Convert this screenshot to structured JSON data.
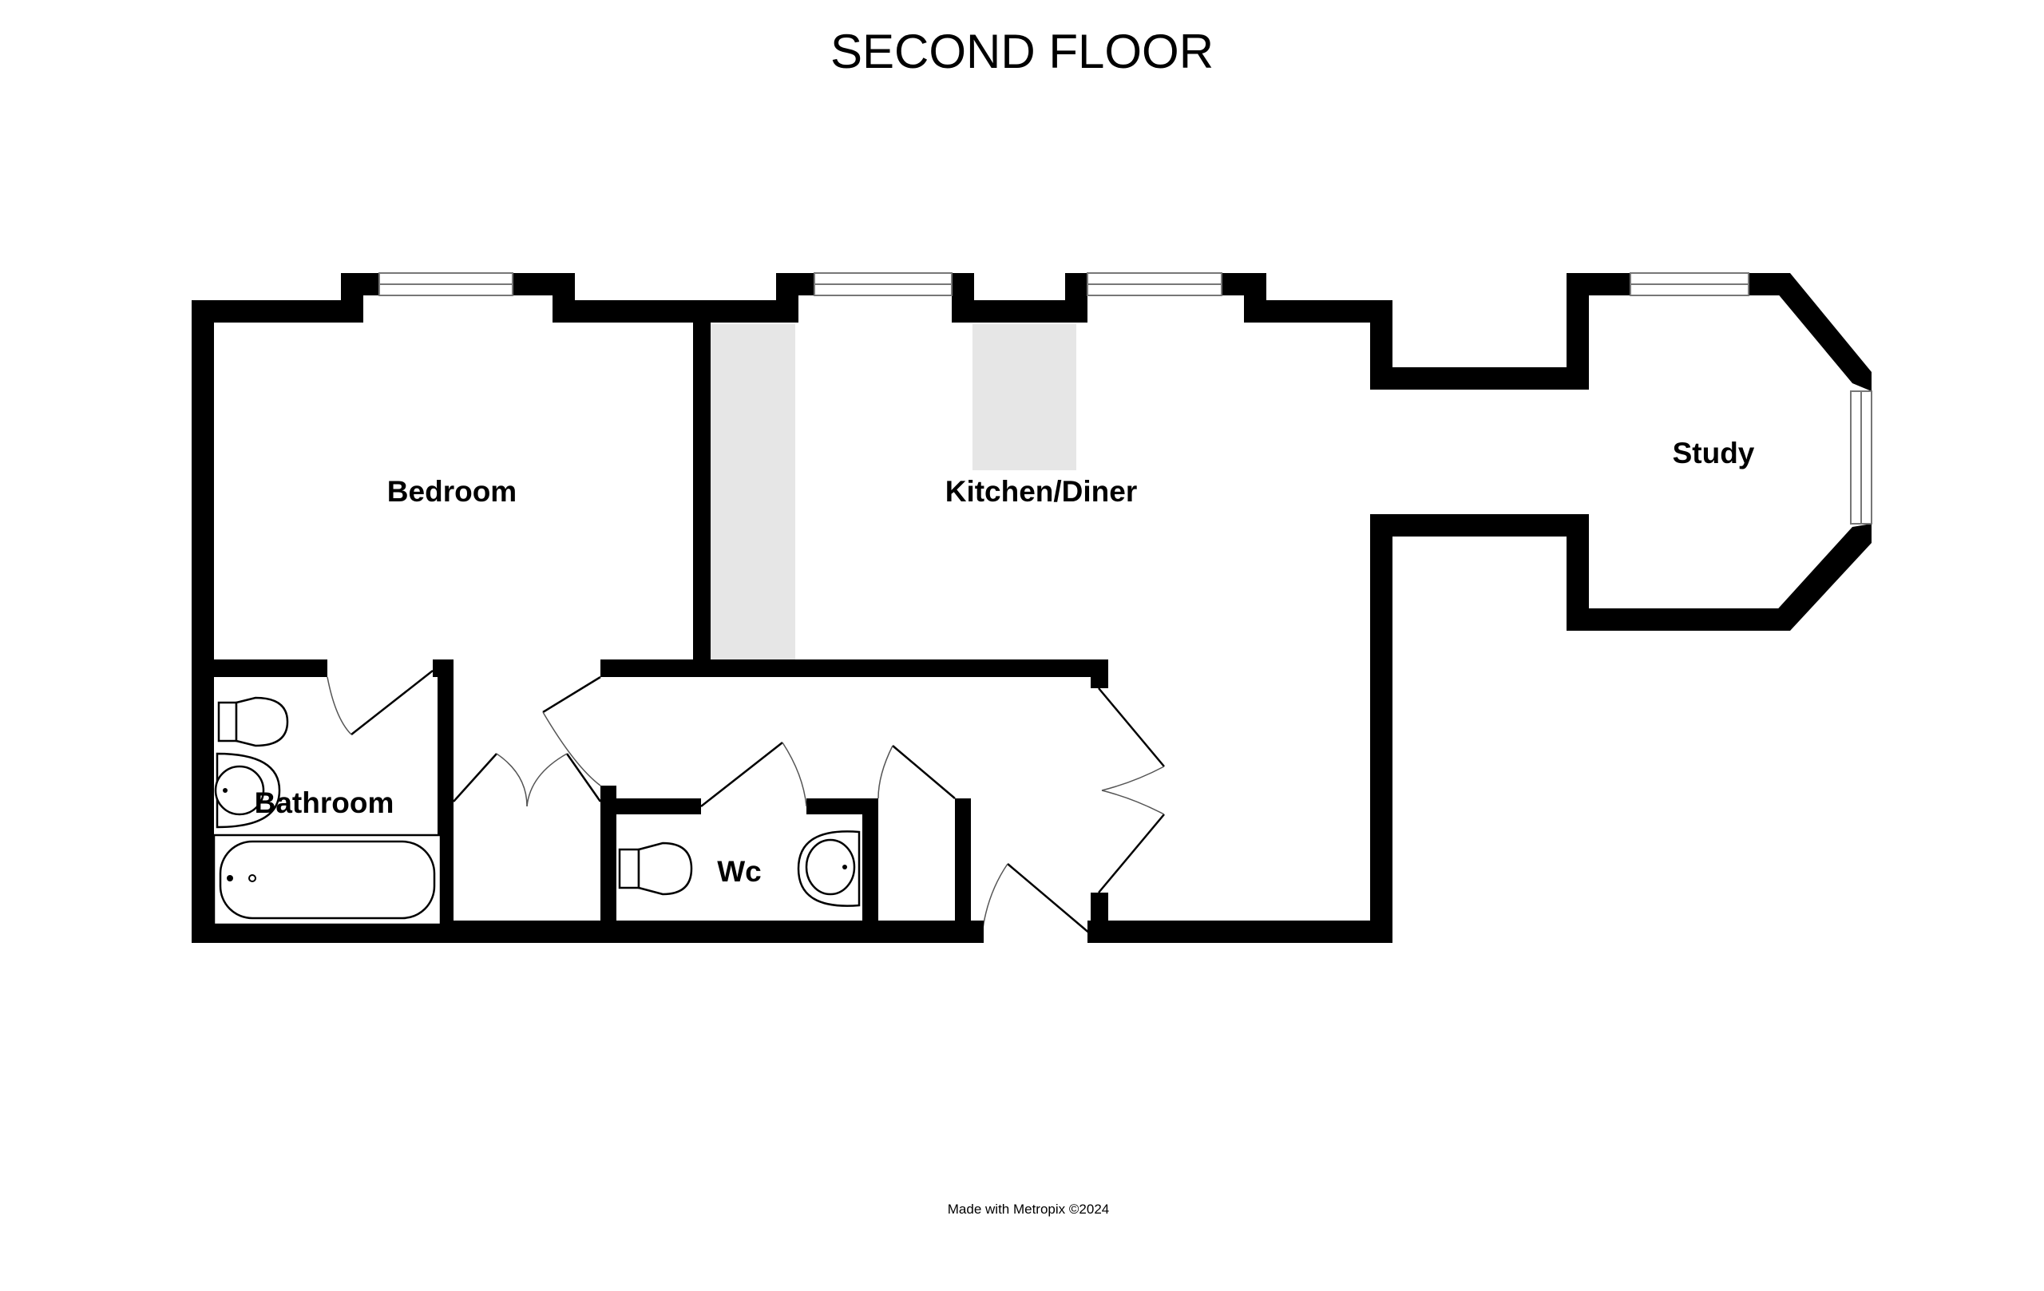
{
  "floor_plan": {
    "title": "SECOND FLOOR",
    "credit": "Made with Metropix ©2024",
    "colors": {
      "wall": "#000000",
      "background": "#ffffff",
      "chimney_breast": "#e6e6e6",
      "window_line": "#777777"
    },
    "rooms": {
      "bedroom": "Bedroom",
      "kitchen_diner": "Kitchen/Diner",
      "study": "Study",
      "bathroom": "Bathroom",
      "wc": "Wc"
    },
    "icons": [
      "window-icon",
      "door-icon",
      "toilet-icon",
      "basin-icon",
      "bath-icon",
      "cupboard-door-icon"
    ]
  }
}
